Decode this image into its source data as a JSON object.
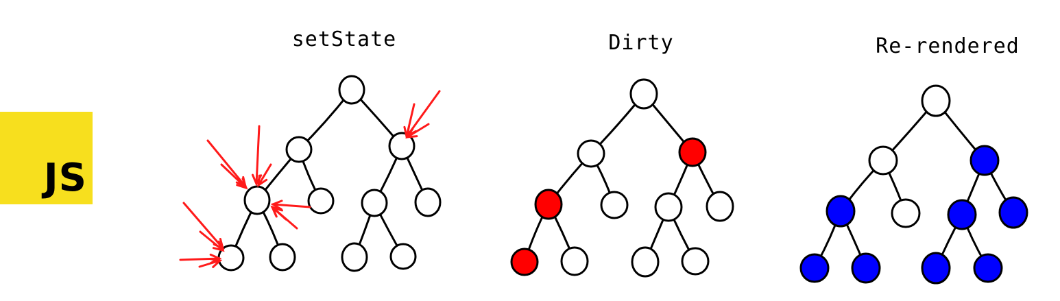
{
  "logo": {
    "text": "JS",
    "background": "#f7df1e",
    "color": "#000000"
  },
  "panels": [
    {
      "title": "setState",
      "node_states": [
        "normal",
        "normal",
        "normal",
        "normal",
        "normal",
        "normal",
        "normal",
        "normal",
        "normal",
        "normal",
        "normal"
      ],
      "show_arrows": true
    },
    {
      "title": "Dirty",
      "node_states": [
        "normal",
        "normal",
        "dirty",
        "dirty",
        "normal",
        "normal",
        "normal",
        "dirty",
        "normal",
        "normal",
        "normal"
      ],
      "show_arrows": false
    },
    {
      "title": "Re-rendered",
      "node_states": [
        "normal",
        "normal",
        "rendered",
        "rendered",
        "normal",
        "rendered",
        "rendered",
        "rendered",
        "rendered",
        "rendered",
        "rendered"
      ],
      "show_arrows": false
    }
  ],
  "state_colors": {
    "normal": "#ffffff",
    "dirty": "#ff0000",
    "rendered": "#0000ff",
    "arrow": "#ff1a1a"
  }
}
